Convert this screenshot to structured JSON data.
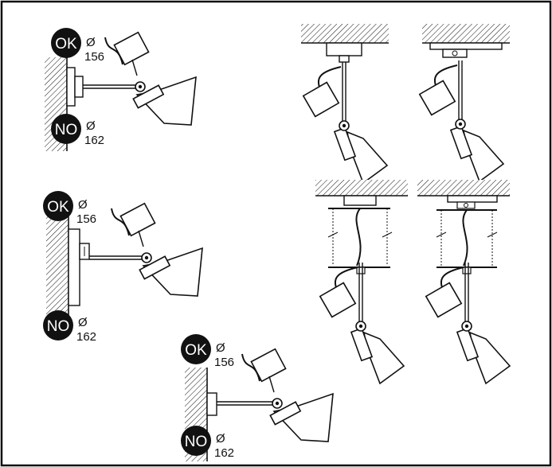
{
  "badges": {
    "ok": "OK",
    "no": "NO"
  },
  "diameter_symbol": "Ø",
  "diameters": {
    "ok": "156",
    "no": "162"
  },
  "colors": {
    "line": "#111111",
    "badge": "#111111",
    "paper": "#ffffff"
  }
}
